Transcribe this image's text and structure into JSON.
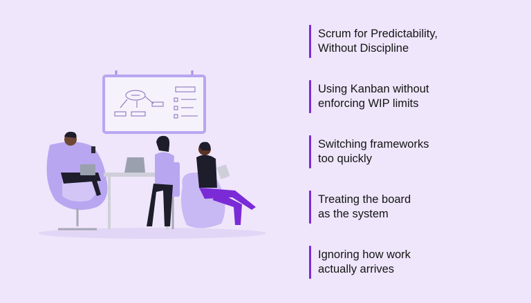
{
  "list": {
    "items": [
      {
        "label": "Scrum for Predictability,\nWithout Discipline"
      },
      {
        "label": "Using Kanban without\nenforcing WIP limits"
      },
      {
        "label": "Switching frameworks\ntoo quickly"
      },
      {
        "label": "Treating the board\nas the system"
      },
      {
        "label": "Ignoring how work\nactually arrives"
      }
    ]
  },
  "colors": {
    "background": "#EFE6FB",
    "accent": "#7A2BD6",
    "furniture": "#B9A6F0"
  },
  "illustration": {
    "icon": "team-meeting-illustration"
  }
}
